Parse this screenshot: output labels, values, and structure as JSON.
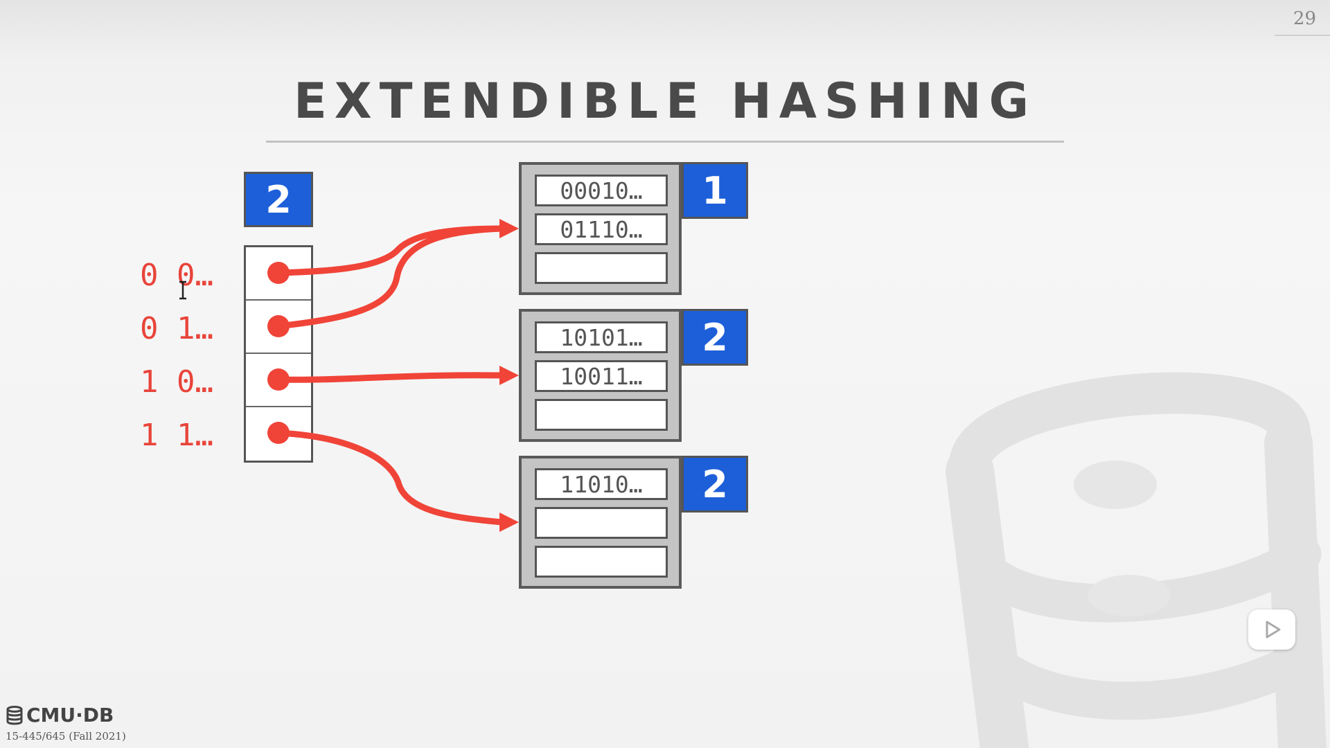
{
  "slide": {
    "number": "29",
    "title": "EXTENDIBLE HASHING"
  },
  "global_depth": "2",
  "directory": [
    {
      "prefix": "0 0…",
      "points_to_bucket": 0
    },
    {
      "prefix": "0 1…",
      "points_to_bucket": 0
    },
    {
      "prefix": "1 0…",
      "points_to_bucket": 1
    },
    {
      "prefix": "1 1…",
      "points_to_bucket": 2
    }
  ],
  "buckets": [
    {
      "local_depth": "1",
      "entries": [
        "00010…",
        "01110…",
        ""
      ]
    },
    {
      "local_depth": "2",
      "entries": [
        "10101…",
        "10011…",
        ""
      ]
    },
    {
      "local_depth": "2",
      "entries": [
        "11010…",
        "",
        ""
      ]
    }
  ],
  "footer": {
    "logo_text": "CMU·DB",
    "course": "15-445/645 (Fall 2021)"
  },
  "colors": {
    "accent_blue": "#1d5fd8",
    "arrow_red": "#f04438",
    "label_red": "#e8443a",
    "bucket_gray": "#c4c4c4"
  },
  "icons": {
    "logo": "database-icon",
    "play": "play-icon",
    "cursor": "text-cursor-icon"
  }
}
